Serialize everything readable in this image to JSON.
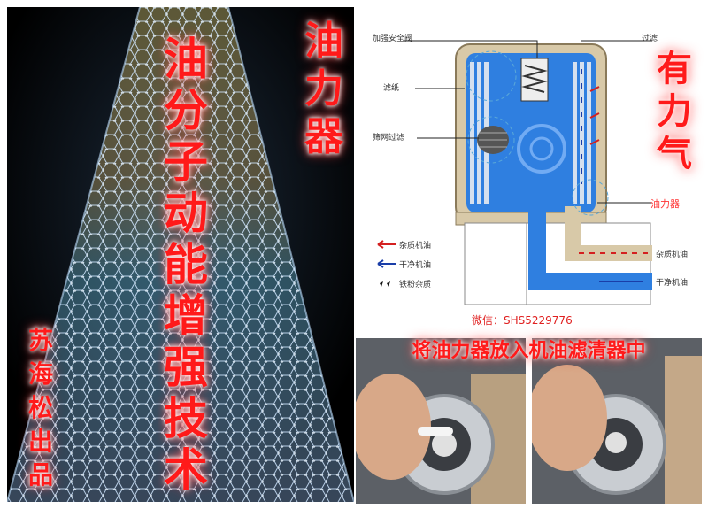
{
  "left_panel": {
    "main_text": [
      "油",
      "分",
      "子",
      "动",
      "能",
      "增",
      "强",
      "技",
      "术"
    ],
    "title_text": [
      "油",
      "力",
      "器"
    ],
    "author_text": [
      "苏",
      "海",
      "松",
      "出",
      "品"
    ]
  },
  "diagram": {
    "labels": {
      "safety_valve": "加强安全阀",
      "filter": "过滤",
      "filter_paper": "滤纸",
      "mesh_filter": "筛网过滤",
      "oil_device": "油力器",
      "dirty_oil": "杂质机油",
      "clean_oil": "干净机油",
      "iron_debris": "铁粉杂质"
    },
    "side_text": [
      "有",
      "力",
      "气"
    ],
    "wechat": "微信：SHS5229776",
    "colors": {
      "dirty": "#d42020",
      "clean": "#1a3ea8",
      "water": "#2f7fe0"
    }
  },
  "photos": {
    "title": "将油力器放入机油滤清器中"
  }
}
